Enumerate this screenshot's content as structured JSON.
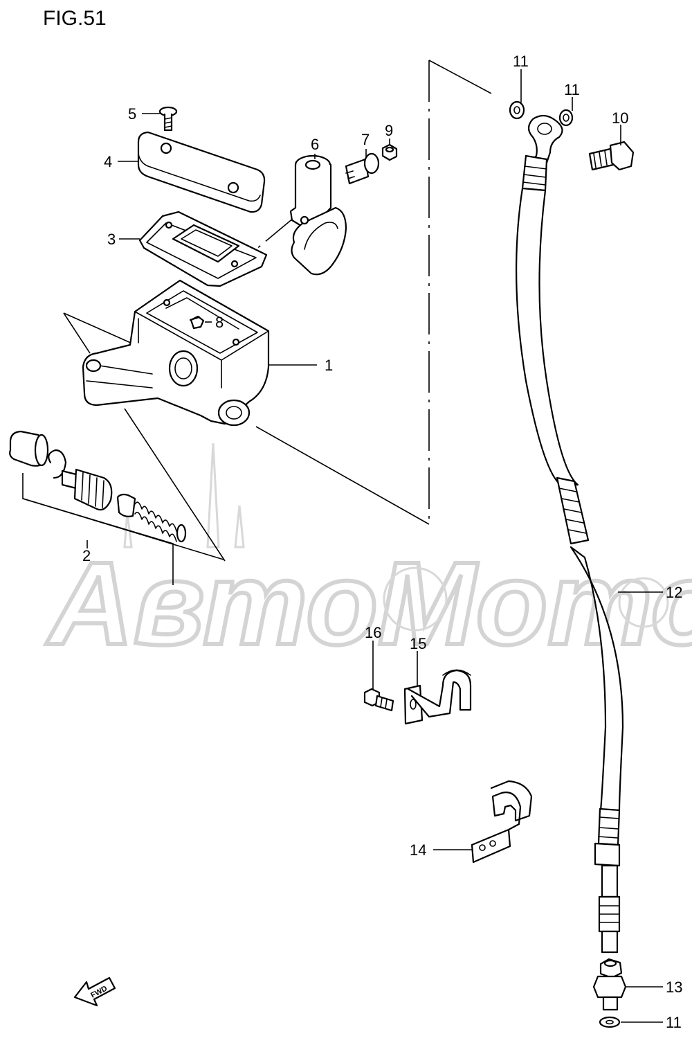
{
  "figure": {
    "title": "FIG.51"
  },
  "fwd_label": "FWD",
  "watermark": "АвтоМото",
  "callouts": [
    {
      "id": "c1",
      "text": "1"
    },
    {
      "id": "c2",
      "text": "2"
    },
    {
      "id": "c3",
      "text": "3"
    },
    {
      "id": "c4",
      "text": "4"
    },
    {
      "id": "c5",
      "text": "5"
    },
    {
      "id": "c6",
      "text": "6"
    },
    {
      "id": "c7",
      "text": "7"
    },
    {
      "id": "c8",
      "text": "8"
    },
    {
      "id": "c9",
      "text": "9"
    },
    {
      "id": "c10",
      "text": "10"
    },
    {
      "id": "c11a",
      "text": "11"
    },
    {
      "id": "c11b",
      "text": "11"
    },
    {
      "id": "c11c",
      "text": "11"
    },
    {
      "id": "c12",
      "text": "12"
    },
    {
      "id": "c13",
      "text": "13"
    },
    {
      "id": "c14",
      "text": "14"
    },
    {
      "id": "c15",
      "text": "15"
    },
    {
      "id": "c16",
      "text": "16"
    }
  ]
}
